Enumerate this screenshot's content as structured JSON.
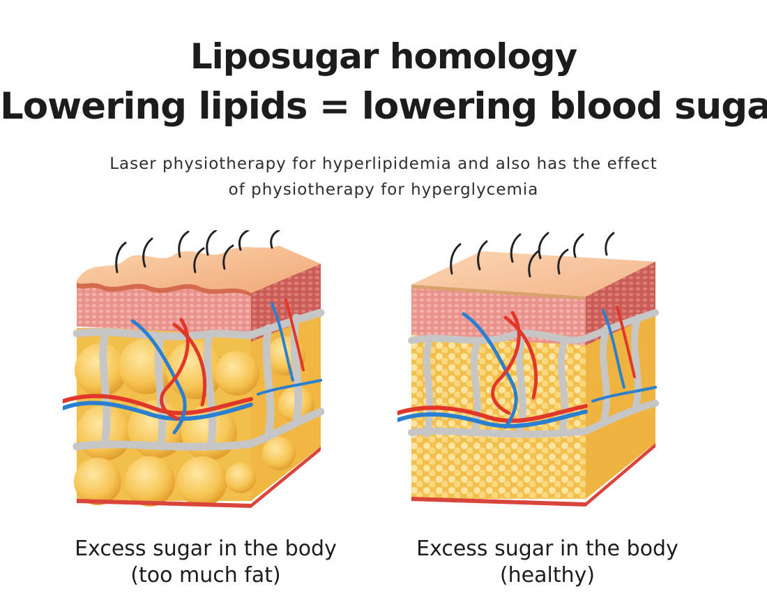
{
  "title": {
    "line1": "Liposugar homology",
    "line2": "Lowering lipids = lowering blood sugar"
  },
  "subtitle": {
    "line1": "Laser physiotherapy for hyperlipidemia and also has the effect",
    "line2": "of physiotherapy for hyperglycemia"
  },
  "panels": [
    {
      "caption_line1": "Excess sugar in the body",
      "caption_line2": "(too much fat)"
    },
    {
      "caption_line1": "Excess sugar in the body",
      "caption_line2": "(healthy)"
    }
  ],
  "colors": {
    "skin_top": "#f6c49a",
    "dermis": "#e98f8a",
    "fat": "#f7c95a",
    "fat_dark": "#e9a932",
    "septa": "#c8c8c8",
    "artery": "#e0372a",
    "vein": "#2a7fd0",
    "hair": "#222222"
  }
}
